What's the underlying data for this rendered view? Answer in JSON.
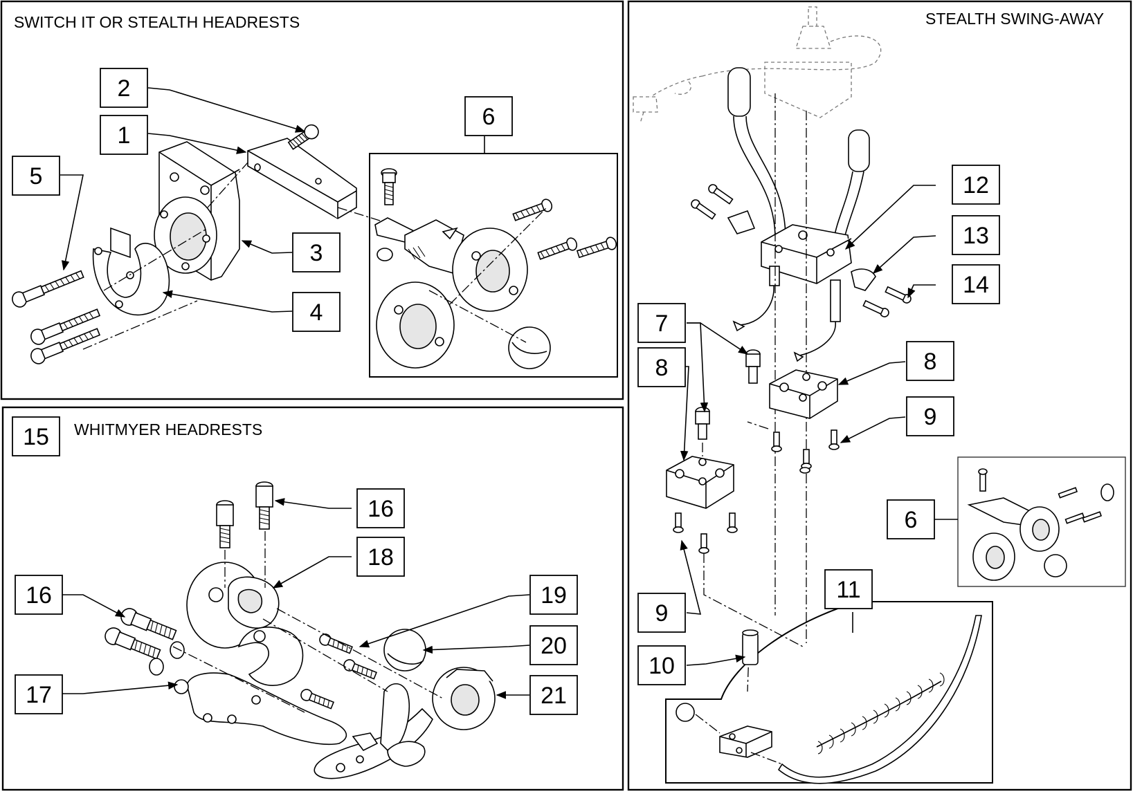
{
  "panels": {
    "switch_it": {
      "title": "SWITCH IT OR STEALTH HEADRESTS"
    },
    "whitmyer": {
      "title": "WHITMYER HEADRESTS"
    },
    "stealth": {
      "title": "STEALTH SWING-AWAY"
    }
  },
  "callouts": {
    "c1": "1",
    "c2": "2",
    "c3": "3",
    "c4": "4",
    "c5": "5",
    "c6a": "6",
    "c15": "15",
    "c16a": "16",
    "c16b": "16",
    "c17": "17",
    "c18": "18",
    "c19": "19",
    "c20": "20",
    "c21": "21",
    "c7": "7",
    "c8a": "8",
    "c8b": "8",
    "c9a": "9",
    "c9b": "9",
    "c10": "10",
    "c11": "11",
    "c12": "12",
    "c13": "13",
    "c14": "14",
    "c6b": "6"
  }
}
